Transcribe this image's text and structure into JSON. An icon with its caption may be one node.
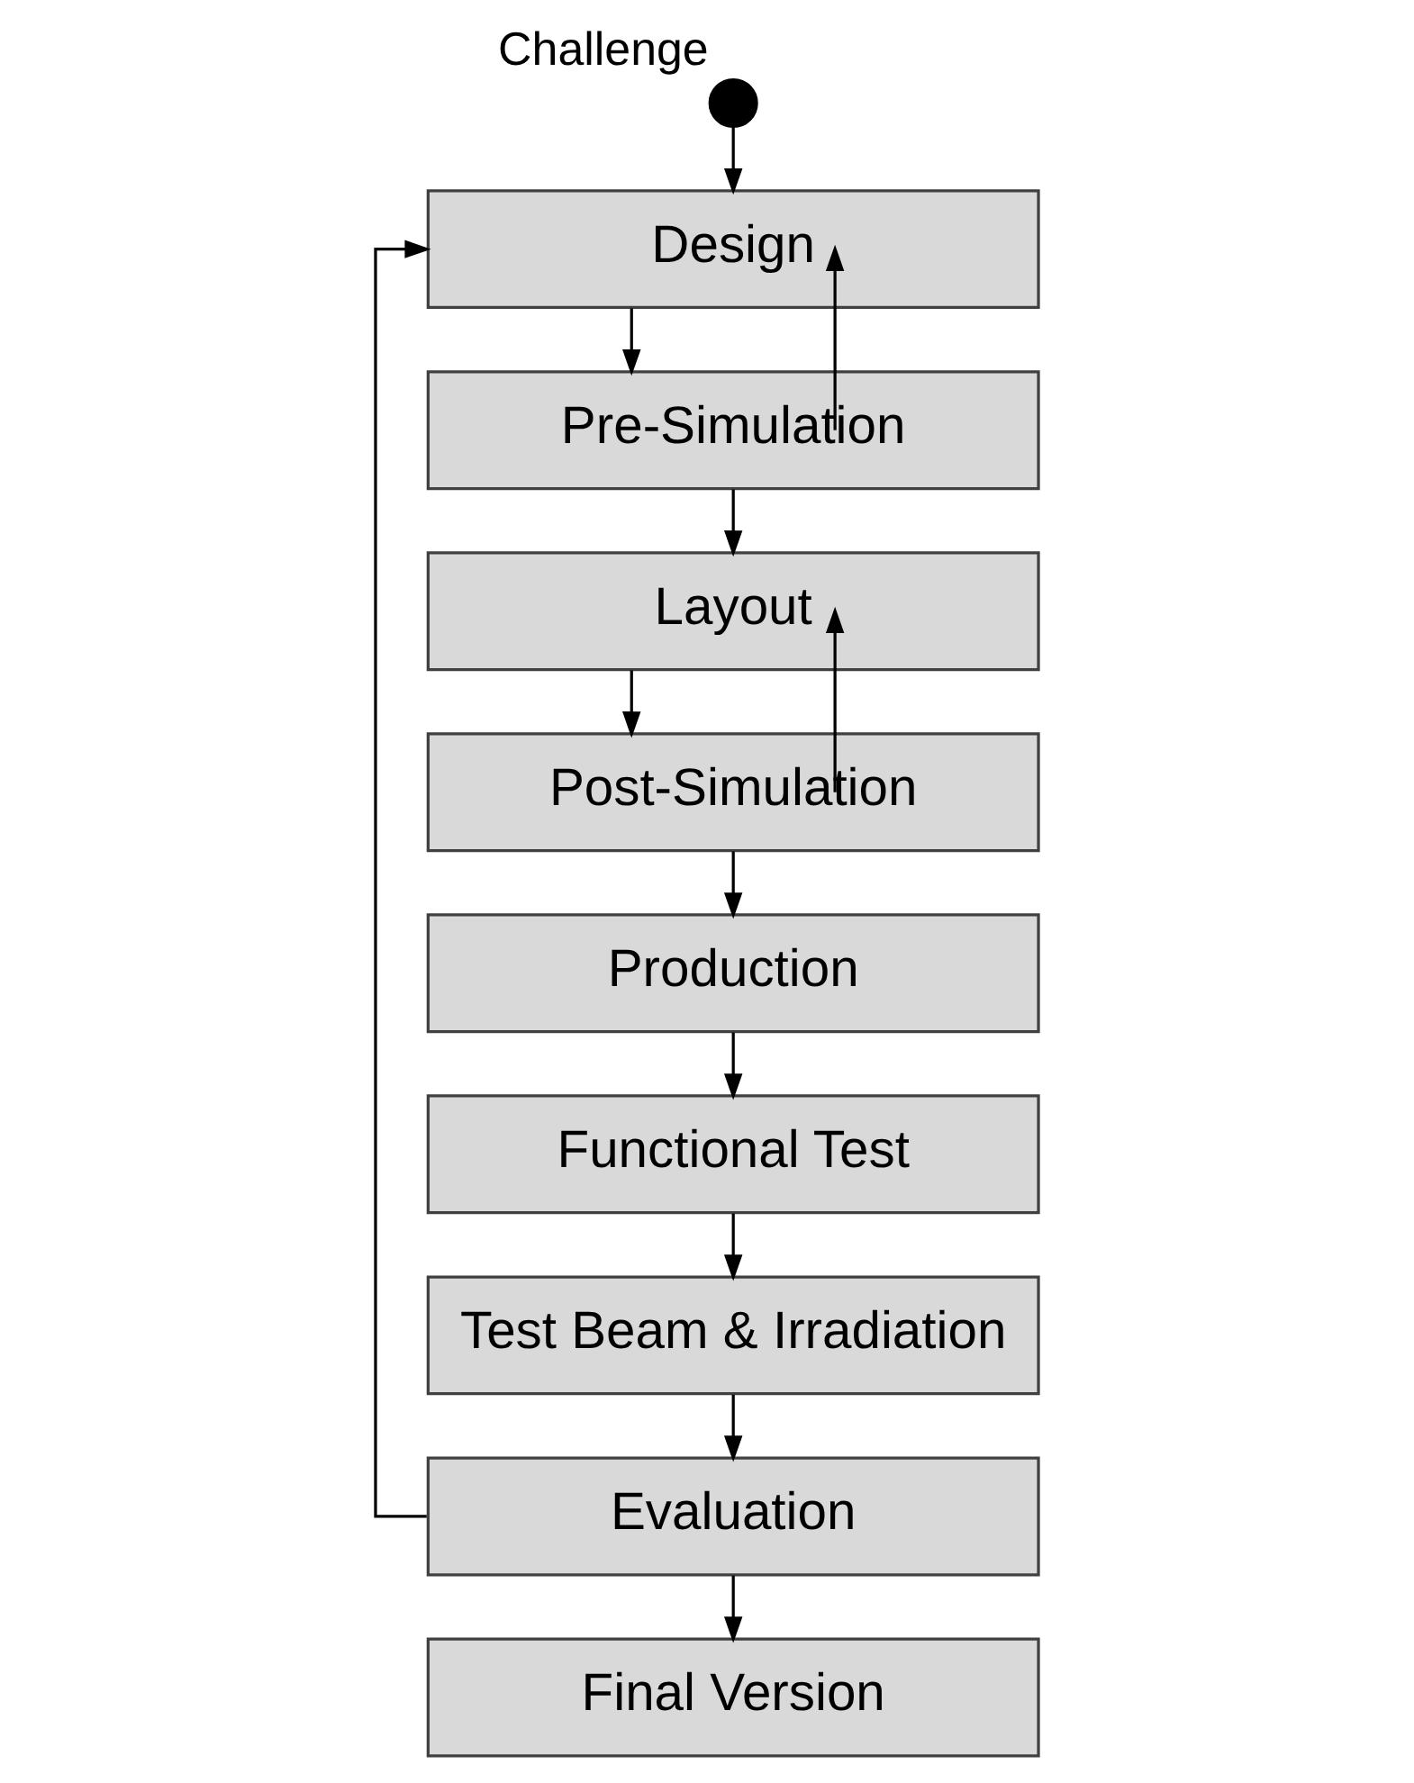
{
  "diagram": {
    "nodes": [
      {
        "text": [],
        "shape": "circle",
        "beside": [
          "Challenge"
        ]
      },
      {
        "text": [
          "Design"
        ]
      },
      {
        "text": [
          "Pre-Simulation"
        ]
      },
      {
        "text": [
          "Layout"
        ]
      },
      {
        "text": [
          "Post-Simulation"
        ]
      },
      {
        "text": [
          "Production"
        ]
      },
      {
        "text": [
          "Functional Test"
        ]
      },
      {
        "text": [
          "Test Beam & Irradiation"
        ]
      },
      {
        "text": [
          "Evaluation"
        ]
      },
      {
        "text": [
          "Final Version"
        ]
      }
    ],
    "edges": [
      {
        "from": 0,
        "to": 1,
        "arrow": "to"
      },
      {
        "from": 1,
        "to": 2,
        "arrow": "to"
      },
      {
        "from": 2,
        "to": 1,
        "arrow": "to"
      },
      {
        "from": 2,
        "to": 3,
        "arrow": "to"
      },
      {
        "from": 3,
        "to": 4,
        "arrow": "to"
      },
      {
        "from": 4,
        "to": 3,
        "arrow": "to"
      },
      {
        "from": 4,
        "to": 5,
        "arrow": "to"
      },
      {
        "from": 5,
        "to": 6,
        "arrow": "to"
      },
      {
        "from": 6,
        "to": 7,
        "arrow": "to"
      },
      {
        "from": 7,
        "to": 8,
        "arrow": "to"
      },
      {
        "from": 8,
        "to": 1,
        "arrow": "to"
      },
      {
        "from": 8,
        "to": 9,
        "arrow": "to"
      }
    ]
  }
}
